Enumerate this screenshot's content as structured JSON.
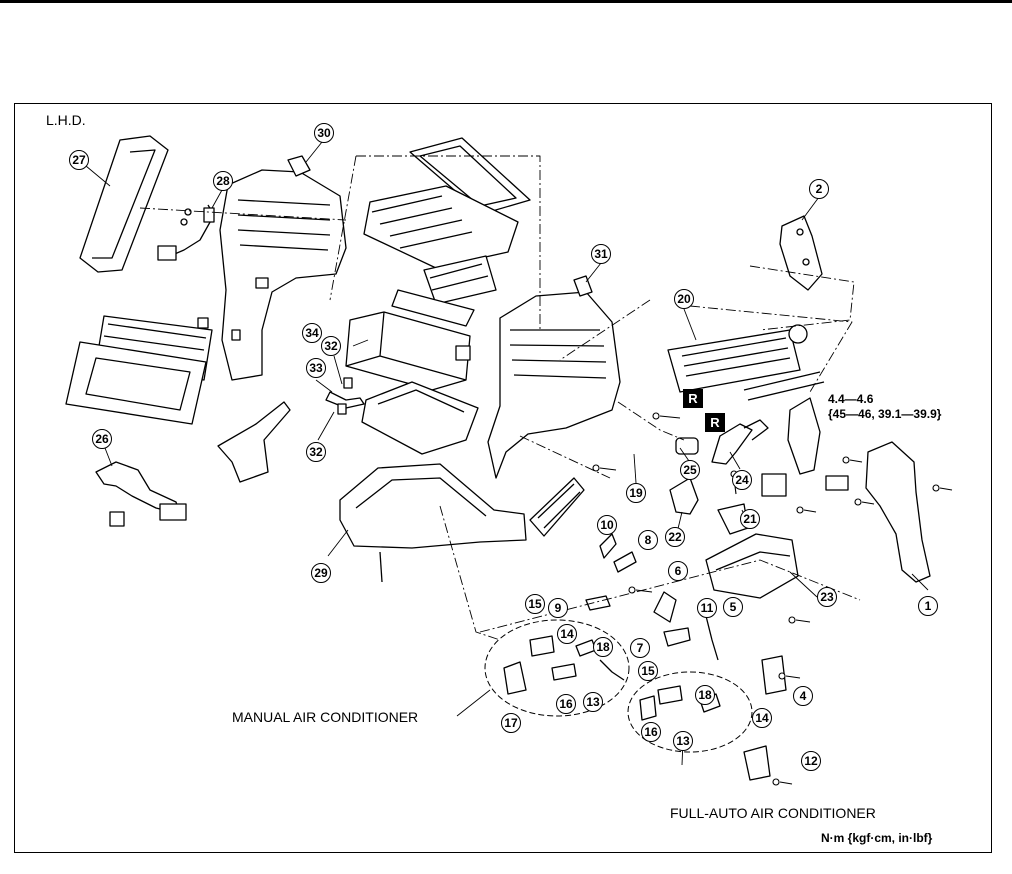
{
  "variant_label": "L.H.D.",
  "torque": {
    "value_nm": "4.4—4.6",
    "value_alt": "{45—46, 39.1—39.9}"
  },
  "manual_label": "MANUAL AIR CONDITIONER",
  "fullauto_label": "FULL-AUTO AIR CONDITIONER",
  "units_label": "N·m {kgf·cm, in·lbf}",
  "replace_mark": "R",
  "callouts": [
    "1",
    "2",
    "4",
    "5",
    "6",
    "7",
    "8",
    "9",
    "10",
    "11",
    "12",
    "13",
    "13",
    "14",
    "14",
    "15",
    "15",
    "16",
    "16",
    "17",
    "18",
    "18",
    "19",
    "20",
    "21",
    "22",
    "23",
    "24",
    "25",
    "26",
    "27",
    "28",
    "29",
    "30",
    "31",
    "32",
    "32",
    "33",
    "34"
  ]
}
